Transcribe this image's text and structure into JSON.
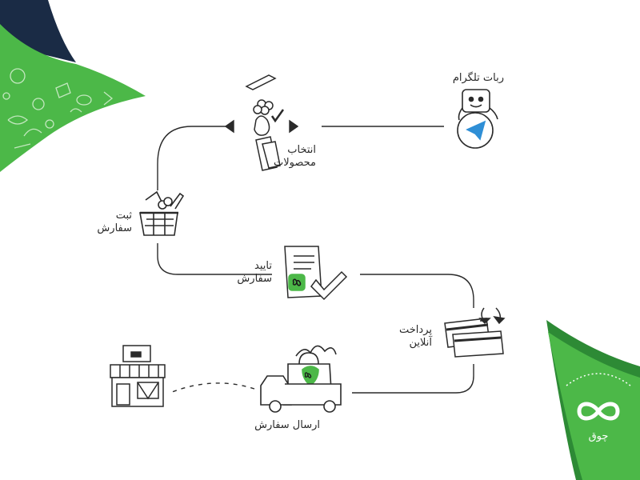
{
  "steps": {
    "telegram_bot": {
      "label": "ربات تلگرام"
    },
    "select_products": {
      "line1": "انتخاب",
      "line2": "محصولات"
    },
    "register_order": {
      "line1": "ثبت",
      "line2": "سفارش"
    },
    "confirm_order": {
      "line1": "تایید",
      "line2": "سفارش"
    },
    "online_payment": {
      "line1": "پرداخت",
      "line2": "آنلاین"
    },
    "send_order": {
      "label": "ارسال سفارش"
    }
  },
  "brand": {
    "name": "چوق"
  },
  "colors": {
    "green": "#4cb848",
    "dark_green": "#2d8a35",
    "navy": "#1a2b45",
    "ink": "#2a2a2a",
    "telegram_blue": "#2f8fd6"
  }
}
